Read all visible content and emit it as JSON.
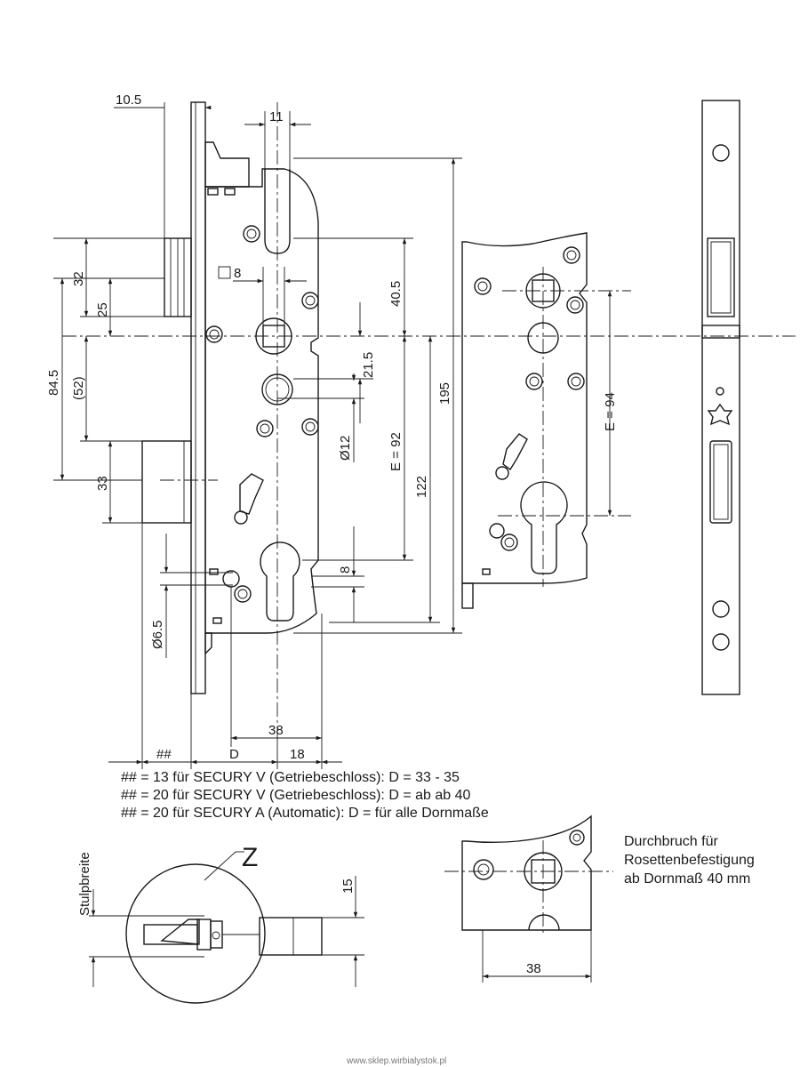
{
  "dimensions": {
    "d_10_5": "10.5",
    "d_11": "11",
    "d_32": "32",
    "d_25": "25",
    "d_84_5": "84.5",
    "d_52": "(52)",
    "d_33": "33",
    "d_sq8": "8",
    "d_40_5": "40.5",
    "d_21_5": "21.5",
    "d_d12": "Ø12",
    "d_e92": "E = 92",
    "d_122": "122",
    "d_195": "195",
    "d_8": "8",
    "d_d6_5": "Ø6.5",
    "d_38": "38",
    "d_hash": "##",
    "d_D": "D",
    "d_18": "18",
    "d_e94": "E = 94",
    "d_15": "15",
    "d_38b": "38"
  },
  "notes": [
    "## = 13 für SECURY V (Getriebeschloss): D =  33 - 35",
    "## = 20 für SECURY V (Getriebeschloss): D = ab  ab 40",
    "## = 20 für SECURY A (Automatic): D = für alle Dornmaße"
  ],
  "stulpbreite_label": "Stulpbreite",
  "detail_label": "Z",
  "rosette_note": [
    "Durchbruch für",
    "Rosettenbefestigung",
    "ab Dornmaß 40 mm"
  ],
  "footer": "www.sklep.wirbialystok.pl",
  "colors": {
    "line": "#1a1a1a",
    "background": "#ffffff"
  }
}
